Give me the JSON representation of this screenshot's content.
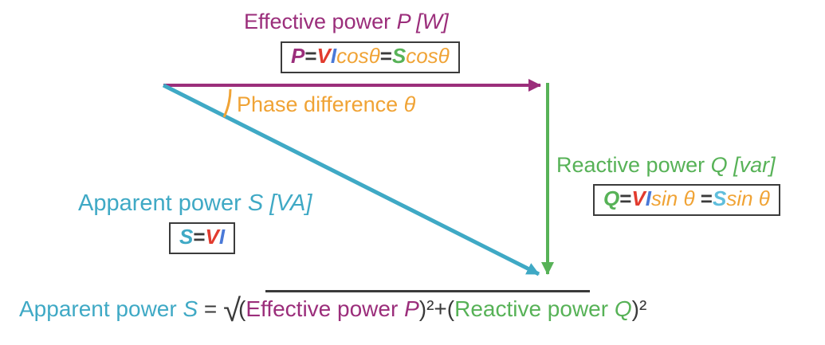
{
  "colors": {
    "purple": "#9B2E7B",
    "teal": "#3FA9C5",
    "sky_blue": "#5FBEDC",
    "green": "#57B257",
    "orange": "#F0A335",
    "red": "#E23B2E",
    "blue": "#4A79D8",
    "dark": "#3A3A3A"
  },
  "labels": {
    "effective": {
      "text": "Effective power ",
      "symbol": "P [W]"
    },
    "phase": {
      "text": "Phase difference ",
      "symbol": "θ"
    },
    "reactive": {
      "text": "Reactive power ",
      "symbol": "Q [var]"
    },
    "apparent": {
      "text": "Apparent power ",
      "symbol": "S [VA]"
    }
  },
  "formulas": {
    "effective": [
      "P",
      "=",
      "V",
      "I",
      "cosθ",
      "=",
      "S",
      "cosθ"
    ],
    "reactive": [
      "Q",
      "=",
      "V",
      "I",
      "sin θ ",
      "=",
      "S",
      "sin θ"
    ],
    "apparent": [
      "S",
      "=",
      "V",
      "I"
    ],
    "root": [
      "Apparent power ",
      "S",
      " = ",
      "√",
      "(",
      "Effective power ",
      "P",
      ")²",
      "+",
      "(",
      "Reactive power ",
      "Q",
      ")²"
    ]
  }
}
